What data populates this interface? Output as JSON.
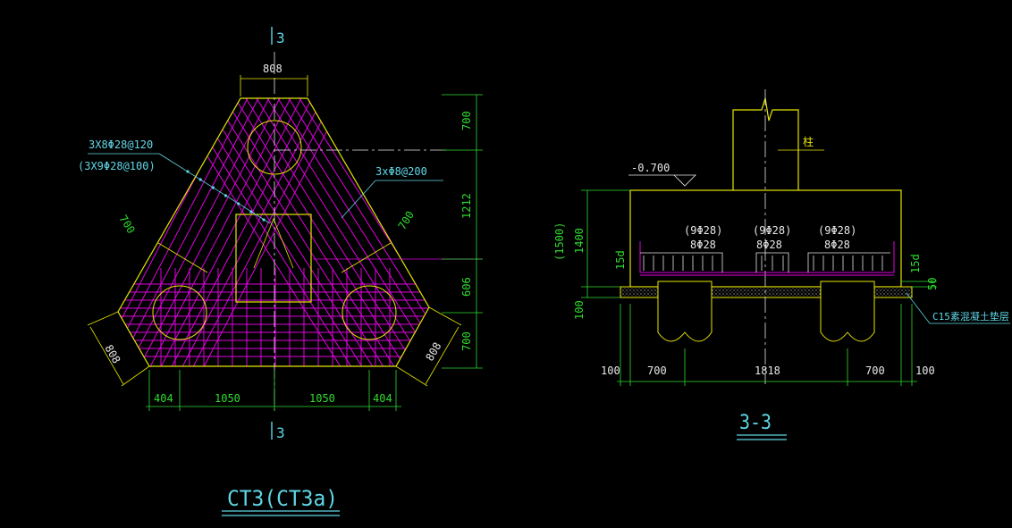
{
  "plan": {
    "section_mark_top": "3",
    "section_mark_bottom": "3",
    "top_width": "808",
    "rebar_main": "3X8Φ28@120",
    "rebar_main_alt": "(3X9Φ28@100)",
    "rebar_secondary": "3xΦ8@200",
    "dim_side_left": "700",
    "dim_side_right": "700",
    "dim_corner_left": "808",
    "dim_corner_right": "808",
    "dims_right": [
      "700",
      "1212",
      "606",
      "700"
    ],
    "dims_bottom": [
      "404",
      "1050",
      "1050",
      "404"
    ],
    "title": "CT3(CT3a)"
  },
  "section": {
    "title": "3-3",
    "column_label": "柱",
    "elevation": "-0.700",
    "height_alt": "(1500)",
    "height": "1400",
    "pad_thickness": "100",
    "bar_groups": [
      {
        "top": "(9Φ28)",
        "bottom": "8Φ28"
      },
      {
        "top": "(9Φ28)",
        "bottom": "8Φ28"
      },
      {
        "top": "(9Φ28)",
        "bottom": "8Φ28"
      }
    ],
    "hook_left": "15d",
    "hook_right": "15d",
    "cover": "50",
    "pad_note": "C15素混凝土垫层",
    "dims_bottom": [
      "100",
      "700",
      "1818",
      "700",
      "100"
    ]
  },
  "colors": {
    "outline": "#e6e600",
    "rebar": "#e000e0",
    "dimension": "#2fdc2f",
    "leader": "#5fd6e6",
    "background": "#000000"
  }
}
